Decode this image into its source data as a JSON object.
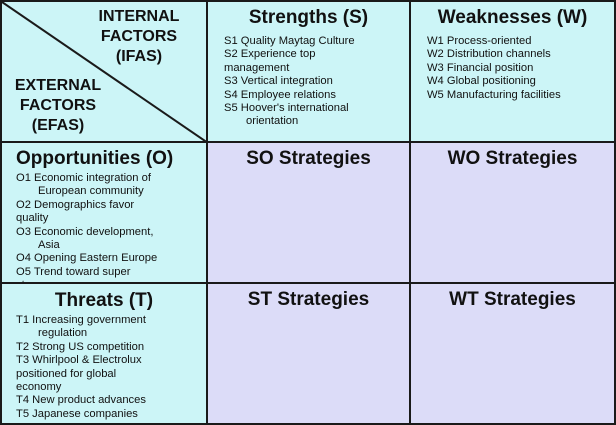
{
  "corner": {
    "internal": [
      "INTERNAL",
      "FACTORS",
      "(IFAS)"
    ],
    "external": [
      "EXTERNAL",
      "FACTORS",
      "(EFAS)"
    ]
  },
  "strengths": {
    "title": "Strengths (S)",
    "items": [
      {
        "text": "S1 Quality Maytag Culture"
      },
      {
        "text": "S2 Experience top",
        "cont": "management",
        "flush": true
      },
      {
        "text": "S3 Vertical integration"
      },
      {
        "text": "S4 Employee relations"
      },
      {
        "text": "S5 Hoover's international",
        "cont": "orientation"
      }
    ]
  },
  "weaknesses": {
    "title": "Weaknesses (W)",
    "items": [
      {
        "text": "W1 Process-oriented"
      },
      {
        "text": "W2 Distribution channels"
      },
      {
        "text": "W3 Financial position"
      },
      {
        "text": "W4 Global positioning"
      },
      {
        "text": "W5 Manufacturing facilities"
      }
    ]
  },
  "opportunities": {
    "title": "Opportunities (O)",
    "items": [
      {
        "text": "O1 Economic integration of",
        "cont": "European  community"
      },
      {
        "text": "O2 Demographics favor",
        "cont": "quality",
        "flush": true
      },
      {
        "text": "O3 Economic development,",
        "cont": "Asia"
      },
      {
        "text": "O4 Opening Eastern Europe"
      },
      {
        "text": "O5 Trend toward super",
        "cont": "stores",
        "flush": true
      }
    ]
  },
  "threats": {
    "title": "Threats (T)",
    "items": [
      {
        "text": "T1 Increasing government",
        "cont": "regulation"
      },
      {
        "text": "T2 Strong US competition"
      },
      {
        "text": "T3 Whirlpool & Electrolux",
        "cont": "positioned for global",
        "flush": true,
        "cont_extra": "economy"
      },
      {
        "text": "T4 New product advances"
      },
      {
        "text": "T5 Japanese companies"
      }
    ]
  },
  "strategies": {
    "so": "SO Strategies",
    "wo": "WO Strategies",
    "st": "ST Strategies",
    "wt": "WT Strategies"
  }
}
